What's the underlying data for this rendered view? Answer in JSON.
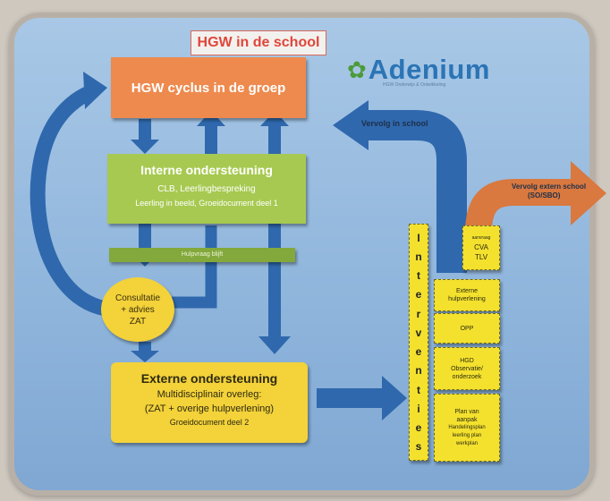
{
  "title": "HGW  in de school",
  "logo": {
    "name": "Adenium",
    "tagline": "HGW Onderwijs & Ontwikkeling"
  },
  "cycle": "HGW cyclus in de groep",
  "interne": {
    "heading": "Interne ondersteuning",
    "line1": "CLB, Leerlingbespreking",
    "line2": "Leerling in beeld, Groeidocument  deel 1"
  },
  "hulpvraag": "Hulpvraag blijft",
  "consultatie": [
    "Consultatie",
    "+ advies",
    "ZAT"
  ],
  "externe": {
    "heading": "Externe ondersteuning",
    "line1": "Multidisciplinair overleg:",
    "line2": "(ZAT + overige hulpverlening)",
    "line3": "Groeidocument deel 2"
  },
  "vervolg_school": "Vervolg in school",
  "vervolg_extern": [
    "Vervolg extern school",
    "(SO/SBO)"
  ],
  "interventies": [
    "I",
    "n",
    "t",
    "e",
    "r",
    "v",
    "e",
    "n",
    "t",
    "i",
    "e",
    "s"
  ],
  "right_boxes": {
    "cva": {
      "small": "aanvraag",
      "l1": "CVA",
      "l2": "TLV"
    },
    "externe_hulp": [
      "Externe",
      "hulpverlening"
    ],
    "opp": "OPP",
    "hgd": [
      "HGD",
      "Observatie/",
      "onderzoek"
    ],
    "plan": [
      "Plan van",
      "aanpak",
      "Handelingsplan",
      "leerling plan",
      "werkplan"
    ]
  },
  "colors": {
    "background": "#8fb5dc",
    "orange": "#ee8a4e",
    "green": "#a7c951",
    "yellow": "#f3d23a",
    "arrow_blue": "#2f68ad",
    "arrow_orange": "#d9783f",
    "title_red": "#e0463a"
  }
}
